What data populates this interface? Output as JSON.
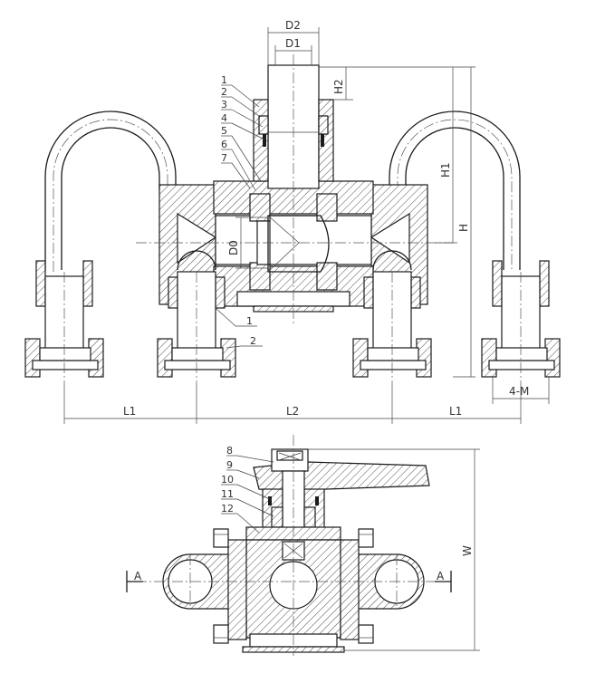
{
  "dimensions": {
    "D2": "D2",
    "D1": "D1",
    "H2": "H2",
    "H1": "H1",
    "H": "H",
    "D0": "D0",
    "L1_left": "L1",
    "L2": "L2",
    "L1_right": "L1",
    "M": "4-M",
    "W": "W"
  },
  "section_marks": {
    "left": "A",
    "right": "A"
  },
  "top_view_labels": [
    "1",
    "2",
    "3",
    "4",
    "5",
    "6",
    "7"
  ],
  "bottom_connector_labels": [
    "1",
    "2"
  ],
  "front_view_labels": [
    "8",
    "9",
    "10",
    "11",
    "12"
  ]
}
